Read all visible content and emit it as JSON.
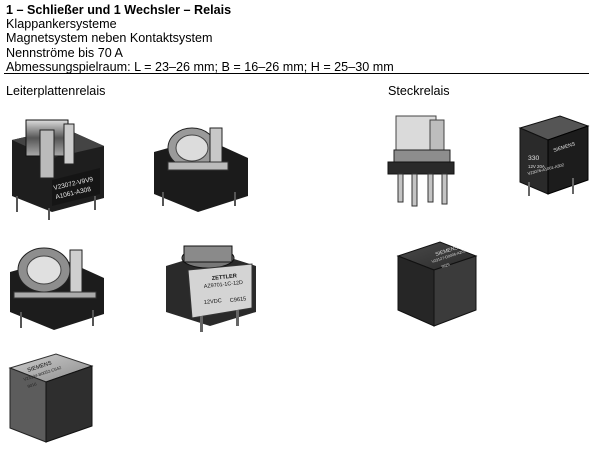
{
  "header": {
    "title": "1 – Schließer und 1 Wechsler – Relais",
    "lines": [
      "Klappankersysteme",
      "Magnetsystem neben Kontaktsystem",
      "Nennströme bis 70 A",
      "Abmessungspielraum: L = 23–26 mm; B = 16–26 mm; H = 25–30 mm"
    ]
  },
  "sections": {
    "left": "Leiterplattenrelais",
    "right": "Steckrelais"
  },
  "photos": {
    "p1": {
      "lines": [
        "V23072-V9V9",
        "A1061-A308"
      ]
    },
    "p4": {
      "lines": [
        "ZETTLER",
        "AZ9701-1C-12D",
        "12VDC",
        "C9615"
      ]
    },
    "p5": {
      "lines": [
        "SIEMENS",
        "V23134-B0052-C642",
        "9016"
      ]
    },
    "p6": {
      "lines": [
        "330",
        "12V 20A",
        "SIEMENS",
        "V23076-A1001-A302"
      ]
    },
    "p7": {
      "lines": [
        "SIEMENS",
        "V23127-D0006-A201",
        "9625"
      ]
    }
  },
  "colors": {
    "text": "#000000",
    "background": "#ffffff"
  }
}
